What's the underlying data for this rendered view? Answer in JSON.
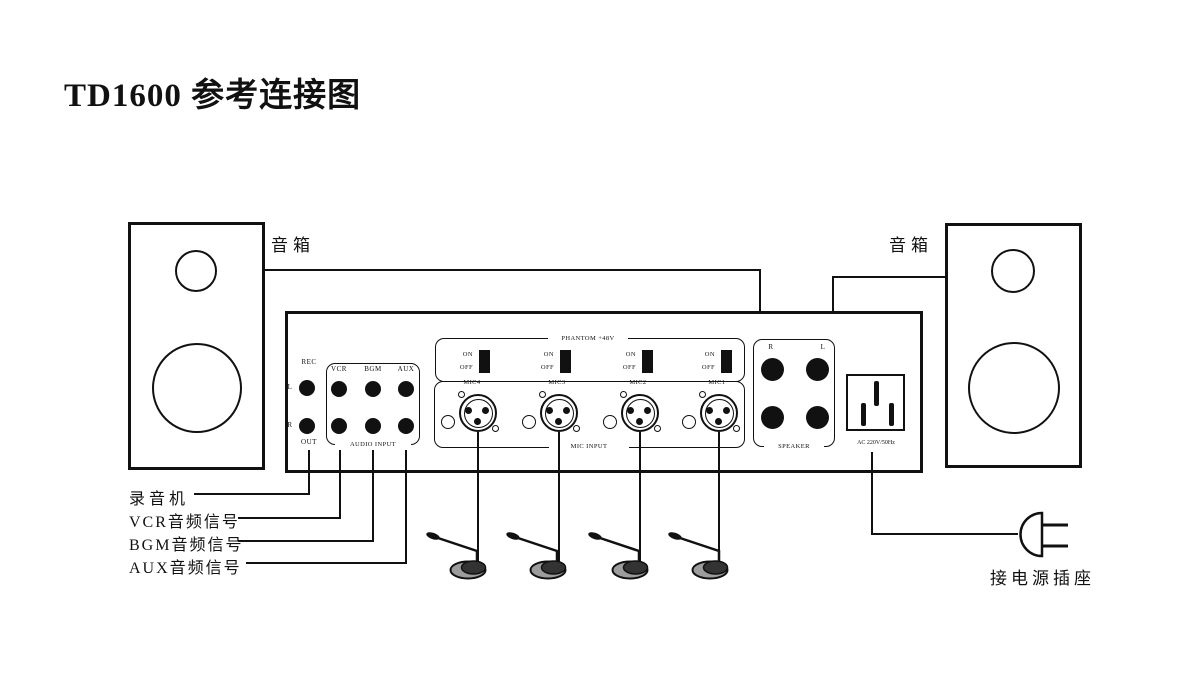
{
  "title": "TD1600 参考连接图",
  "speakers": {
    "left_label": "音箱",
    "right_label": "音箱"
  },
  "panel": {
    "rec": {
      "label": "REC",
      "out_label": "OUT",
      "left": "L",
      "right": "R"
    },
    "audio_input": {
      "label": "AUDIO INPUT",
      "channels": [
        "VCR",
        "BGM",
        "AUX"
      ]
    },
    "phantom": {
      "label": "PHANTOM +48V",
      "on": "ON",
      "off": "OFF"
    },
    "mic_input": {
      "label": "MIC INPUT",
      "channels": [
        "MIC4",
        "MIC3",
        "MIC2",
        "MIC1"
      ]
    },
    "speaker_out": {
      "label": "SPEAKER",
      "right": "R",
      "left": "L"
    },
    "ac_socket": {
      "label": "AC 220V/50Hz"
    }
  },
  "annotations": {
    "recorder": "录音机",
    "vcr": "VCR音频信号",
    "bgm": "BGM音频信号",
    "aux": "AUX音频信号",
    "power_outlet": "接电源插座"
  },
  "colors": {
    "line": "#111111",
    "background": "#ffffff",
    "mic_base_outer": "#9c9c9c",
    "mic_base_inner": "#333333"
  }
}
